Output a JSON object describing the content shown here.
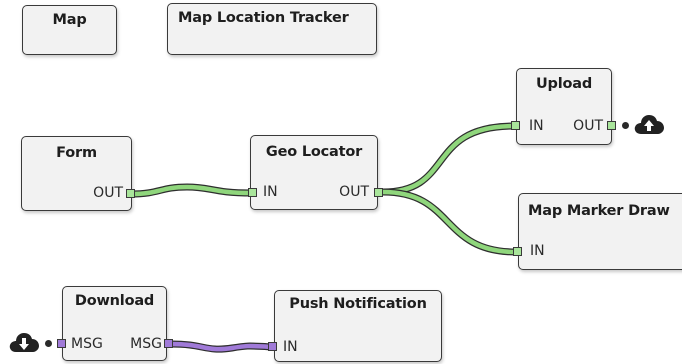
{
  "nodes": {
    "map": {
      "title": "Map"
    },
    "tracker": {
      "title": "Map Location Tracker"
    },
    "form": {
      "title": "Form",
      "out": "OUT"
    },
    "geo": {
      "title": "Geo Locator",
      "in": "IN",
      "out": "OUT"
    },
    "upload": {
      "title": "Upload",
      "in": "IN",
      "out": "OUT"
    },
    "marker": {
      "title": "Map Marker Draw",
      "in": "IN"
    },
    "download": {
      "title": "Download",
      "in": "MSG",
      "out": "MSG"
    },
    "push": {
      "title": "Push Notification",
      "in": "IN"
    }
  },
  "edges": [
    {
      "from": "form.OUT",
      "to": "geo.IN",
      "color": "#8fd67c"
    },
    {
      "from": "geo.OUT",
      "to": "upload.IN",
      "color": "#8fd67c"
    },
    {
      "from": "geo.OUT",
      "to": "marker.IN",
      "color": "#8fd67c"
    },
    {
      "from": "download.MSG",
      "to": "push.IN",
      "color": "#a07ad8"
    }
  ],
  "icons": {
    "upload_external": "cloud-upload-icon",
    "download_external": "cloud-download-icon"
  },
  "colors": {
    "edge_green": "#8fd67c",
    "edge_purple": "#a07ad8",
    "port_green": "#a9e59b",
    "node_fill": "#f2f2f2",
    "node_border": "#3a3a3a"
  }
}
